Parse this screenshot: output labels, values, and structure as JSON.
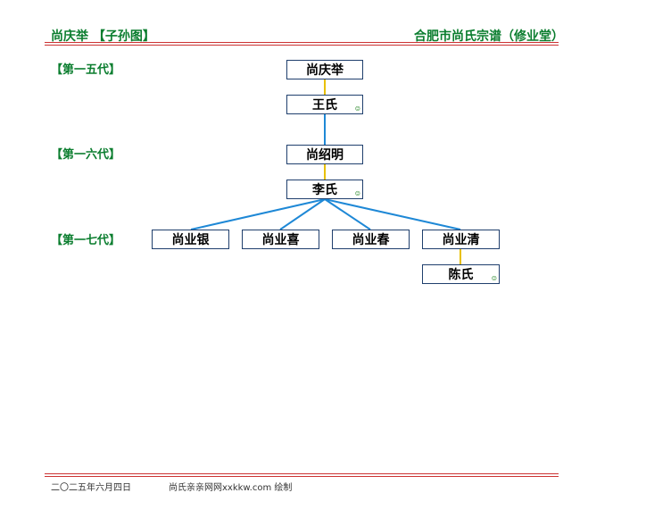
{
  "header": {
    "left": "尚庆举 【子孙图】",
    "right": "合肥市尚氏宗谱（修业堂）"
  },
  "generations": [
    "【第一五代】",
    "【第一六代】",
    "【第一七代】"
  ],
  "persons": {
    "gen15_man": "尚庆举",
    "gen15_spouse": "王氏",
    "gen16_man": "尚绍明",
    "gen16_spouse": "李氏",
    "gen17_a": "尚业银",
    "gen17_b": "尚业喜",
    "gen17_c": "尚业春",
    "gen17_d": "尚业清",
    "gen17_d_spouse": "陈氏"
  },
  "spouse_mark": "☺",
  "footer": {
    "date": "二〇二五年六月四日",
    "credit": "尚氏亲亲网网xxkkw.com 绘制"
  },
  "colors": {
    "title_green": "#0a7d2e",
    "rule_red": "#cc3333",
    "spouse_link": "#e8c000",
    "child_link": "#1e88d6",
    "box_border": "#1f3f6d"
  }
}
